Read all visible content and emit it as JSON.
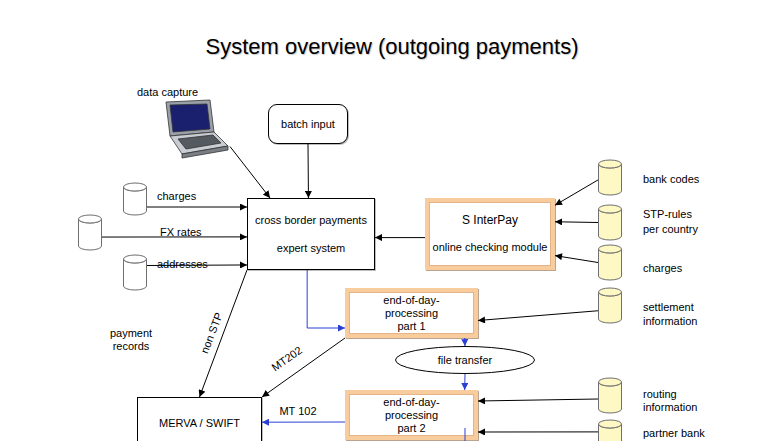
{
  "diagram": {
    "title": "System overview (outgoing payments)",
    "nodes": [
      {
        "text": [
          "data capture"
        ]
      },
      {
        "text": [
          "batch input"
        ]
      },
      {
        "text": [
          "charges"
        ]
      },
      {
        "text": [
          "bank codes"
        ]
      },
      {
        "text": [
          "FX rates"
        ]
      },
      {
        "text": [
          "cross border payments",
          "expert system"
        ]
      },
      {
        "text": [
          "S InterPay",
          "online checking module"
        ]
      },
      {
        "text": [
          "STP-rules per country"
        ]
      },
      {
        "text": [
          "addresses"
        ]
      },
      {
        "text": [
          "charges"
        ]
      },
      {
        "text": [
          "end-of-day-processing part 1"
        ]
      },
      {
        "text": [
          "settlement information"
        ]
      },
      {
        "text": [
          "file transfer"
        ]
      },
      {
        "text": [
          "MERVA / SWIFT"
        ]
      },
      {
        "text": [
          "end-of-day-processing part 2"
        ]
      },
      {
        "text": [
          "routing information"
        ]
      },
      {
        "text": [
          "partner bank"
        ]
      }
    ],
    "edges": [
      {
        "from": 0,
        "to": 5,
        "arrow": "to"
      },
      {
        "from": 1,
        "to": 5,
        "arrow": "to"
      },
      {
        "from": 2,
        "to": 5,
        "arrow": "to"
      },
      {
        "from": 4,
        "to": 5,
        "arrow": "to"
      },
      {
        "from": 8,
        "to": 5,
        "arrow": "to"
      },
      {
        "from": 6,
        "to": 5,
        "arrow": "to"
      },
      {
        "from": 3,
        "to": 6,
        "arrow": "to"
      },
      {
        "from": 7,
        "to": 6,
        "arrow": "to"
      },
      {
        "from": 9,
        "to": 6,
        "arrow": "to"
      },
      {
        "from": 5,
        "to": 10,
        "arrow": "to"
      },
      {
        "from": 5,
        "to": 13,
        "label": "non STP",
        "arrow": "to"
      },
      {
        "from": 11,
        "to": 10,
        "arrow": "to"
      },
      {
        "from": 10,
        "to": 12,
        "arrow": "to"
      },
      {
        "from": 10,
        "to": 13,
        "label": "MT202",
        "arrow": "to"
      },
      {
        "from": 12,
        "to": 14,
        "arrow": "to"
      },
      {
        "from": 14,
        "to": 13,
        "label": "MT 102",
        "arrow": "to"
      },
      {
        "from": 15,
        "to": 14,
        "arrow": "to"
      },
      {
        "from": 16,
        "to": 14,
        "arrow": "to"
      }
    ],
    "labels": [
      "payment records"
    ]
  }
}
